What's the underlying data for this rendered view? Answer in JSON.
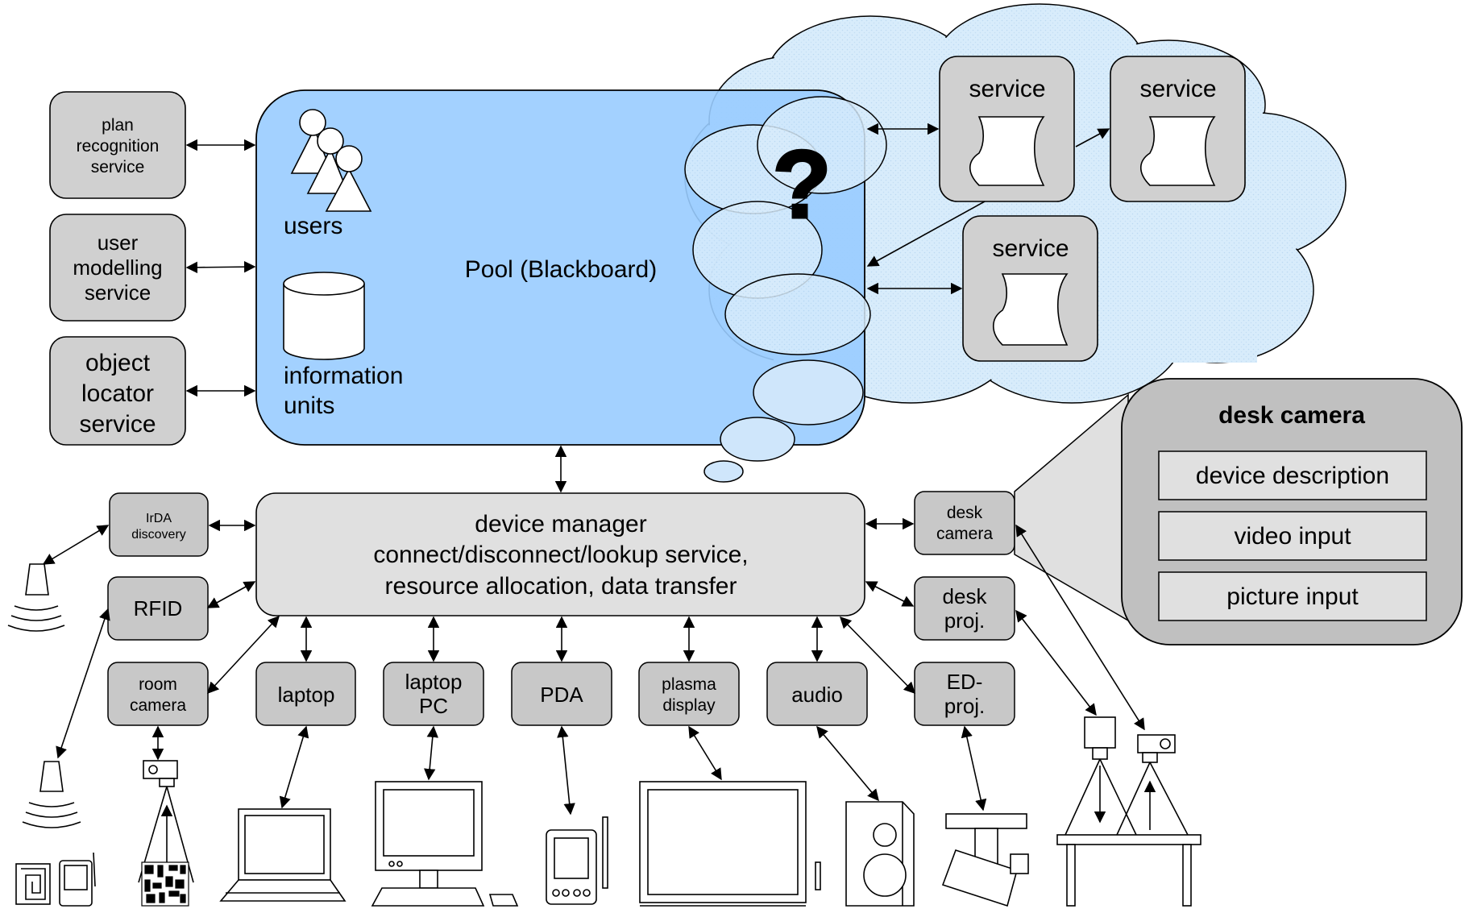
{
  "pool": {
    "title": "Pool (Blackboard)",
    "users_label": "users",
    "info_line1": "information",
    "info_line2": "units",
    "question_mark": "?"
  },
  "left_services": [
    {
      "lines": [
        "plan",
        "recognition",
        "service"
      ]
    },
    {
      "lines": [
        "user",
        "modelling",
        "service"
      ]
    },
    {
      "lines": [
        "object",
        "locator",
        "service"
      ]
    }
  ],
  "cloud_services": [
    "service",
    "service",
    "service"
  ],
  "device_manager": {
    "lines": [
      "device manager",
      "connect/disconnect/lookup service,",
      "resource allocation, data transfer"
    ]
  },
  "devices": {
    "irda": [
      "IrDA",
      "discovery"
    ],
    "rfid": [
      "RFID"
    ],
    "room_camera": [
      "room",
      "camera"
    ],
    "laptop": [
      "laptop"
    ],
    "laptop_pc": [
      "laptop",
      "PC"
    ],
    "pda": [
      "PDA"
    ],
    "plasma": [
      "plasma",
      "display"
    ],
    "audio": [
      "audio"
    ],
    "desk_camera": [
      "desk",
      "camera"
    ],
    "desk_proj": [
      "desk",
      "proj."
    ],
    "ed_proj": [
      "ED-",
      "proj."
    ]
  },
  "desk_camera_panel": {
    "title": "desk camera",
    "items": [
      "device description",
      "video input",
      "picture input"
    ]
  },
  "colors": {
    "pool_fill": "#99ccff",
    "cloud_fill": "#d6ebfb",
    "box_fill": "#d0d0d0",
    "manager_fill": "#e0e0e0",
    "panel_fill": "#c0c0c0"
  }
}
